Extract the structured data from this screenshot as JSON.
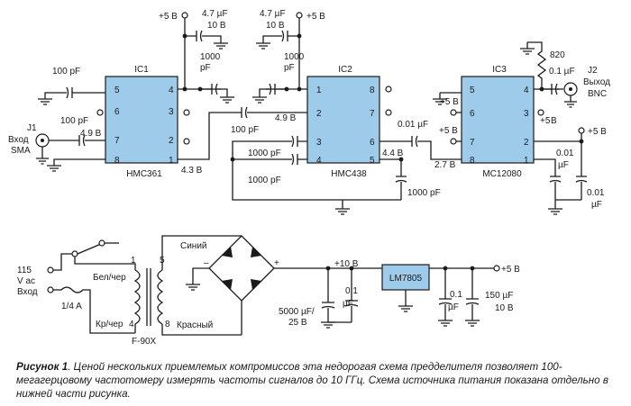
{
  "upper": {
    "ic1": {
      "ref": "IC1",
      "part": "HMC361",
      "pins": [
        "5",
        "6",
        "7",
        "8",
        "4",
        "3",
        "2",
        "1"
      ]
    },
    "ic2": {
      "ref": "IC2",
      "part": "HMC438",
      "pins": [
        "1",
        "2",
        "3",
        "4",
        "8",
        "7",
        "6",
        "5"
      ]
    },
    "ic3": {
      "ref": "IC3",
      "part": "MC12080",
      "pins": [
        "5",
        "6",
        "7",
        "8",
        "4",
        "3",
        "2",
        "1"
      ]
    },
    "j1": {
      "ref": "J1",
      "line1": "Вход",
      "line2": "SMA"
    },
    "j2": {
      "ref": "J2",
      "line1": "Выход",
      "line2": "BNC"
    },
    "labels": {
      "plus5v": "+5 В",
      "plus5_short": "+5",
      "v_b": "В",
      "cap_100pf": "100 pF",
      "cap_47uf": "4.7 µF",
      "cap_10v": "10 В",
      "cap_1000": "1000",
      "cap_pf": "pF",
      "cap_1000pf": "1000 pF",
      "cap_001uf": "0.01 µF",
      "cap_001": "0.01",
      "cap_uf": "µF",
      "cap_01uf": "0.1 µF",
      "res_820": "820",
      "v49": "4.9 В",
      "v43": "4.3 В",
      "v44": "4.4 В",
      "v27": "2.7 В"
    }
  },
  "lower": {
    "switch_pin": "1",
    "mains_line1": "115",
    "mains_line2": "V ac",
    "mains_line3": "Вход",
    "fuse": "1/4 A",
    "wire_wh_bk": "Бел/чер",
    "wire_bn_bk": "Кр/чер",
    "wire_blue": "Синий",
    "wire_red": "Красный",
    "tr_pin1": "1",
    "tr_pin4": "4",
    "tr_pin5": "5",
    "tr_pin8": "8",
    "transformer": "F-90X",
    "minus": "–",
    "plus": "+",
    "v10": "+10 В",
    "cap_bulk_line1": "5000 µF/",
    "cap_bulk_line2": "25 В",
    "cap_01_line1": "0.1",
    "cap_01_line2": "µF",
    "regulator": "LM7805",
    "out_v": "+5 В",
    "cap_out_line1": "150 µF",
    "cap_out_line2": "10 В"
  },
  "caption": {
    "prefix": "Рисунок 1",
    "text": ". Ценой нескольких приемлемых компромиссов эта недорогая схема предделителя позволяет 100-мегагерцовому частотомеру измерять частоты сигналов до 10 ГГц. Схема источника питания показана отдельно в нижней части рисунка."
  }
}
